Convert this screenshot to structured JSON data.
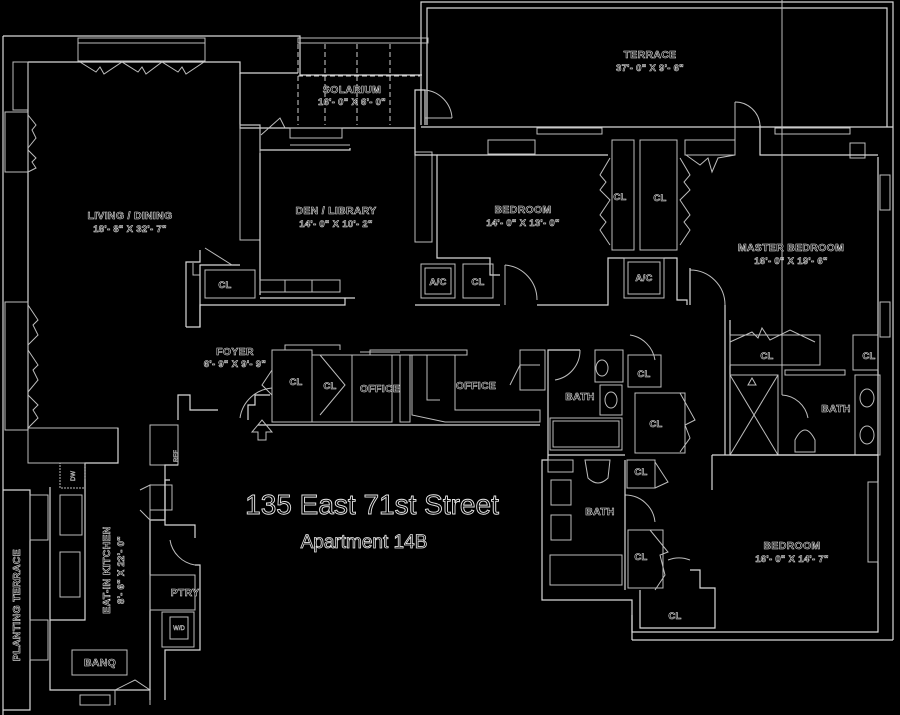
{
  "title": {
    "address": "135 East 71st Street",
    "unit": "Apartment 14B"
  },
  "rooms": {
    "living": {
      "name": "LIVING / DINING",
      "dims": "18'- 8\" X 32'- 7\""
    },
    "den": {
      "name": "DEN / LIBRARY",
      "dims": "14'- 0\" X 10'- 2\""
    },
    "solarium": {
      "name": "SOLARIUM",
      "dims": "16'- 0\" X 6'- 0\""
    },
    "terrace": {
      "name": "TERRACE",
      "dims": "37'- 0\" X 9'- 6\""
    },
    "bedroom1": {
      "name": "BEDROOM",
      "dims": "14'- 0\" X 13'- 0\""
    },
    "master": {
      "name": "MASTER BEDROOM",
      "dims": "16'- 0\" X 19'- 6\""
    },
    "bedroom2": {
      "name": "BEDROOM",
      "dims": "16'- 0\" X 14'- 7\""
    },
    "foyer": {
      "name": "FOYER",
      "dims": "6'- 9\" X 9'- 9\""
    },
    "kitchen": {
      "name": "EAT-IN KITCHEN",
      "dims": "8'- 6\" X 22'- 0\""
    },
    "planting": {
      "name": "PLANTING TERRACE"
    },
    "office1": {
      "name": "OFFICE"
    },
    "office2": {
      "name": "OFFICE"
    },
    "bath1": {
      "name": "BATH"
    },
    "bath2": {
      "name": "BATH"
    },
    "bath3": {
      "name": "BATH"
    },
    "pantry": {
      "name": "PTRY"
    },
    "banq": {
      "name": "BANQ"
    }
  },
  "fixtures": {
    "closet": "CL",
    "ac": "A/C",
    "dw": "DW",
    "wd": "W/D",
    "ref": "REF"
  },
  "entry_arrow": "entry-arrow-icon",
  "colors": {
    "background": "#000000",
    "lines": "#d8d8d8"
  }
}
